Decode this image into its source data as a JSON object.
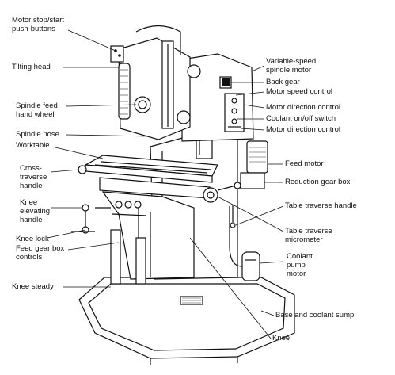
{
  "labels": {
    "motor_stop_start": "Motor stop/start\npush-buttons",
    "tilting_head": "Tilting head",
    "spindle_feed_hand_wheel": "Spindle feed\nhand wheel",
    "spindle_nose": "Spindle nose",
    "worktable": "Worktable",
    "cross_traverse_handle": "Cross-\ntraverse\nhandle",
    "knee_elevating_handle": "Knee\nelevating\nhandle",
    "knee_lock": "Knee lock",
    "feed_gear_box_controls": "Feed gear box\ncontrols",
    "knee_steady": "Knee steady",
    "variable_speed_spindle_motor": "Variable-speed\nspindle motor",
    "back_gear": "Back gear",
    "motor_speed_control": "Motor speed control",
    "motor_direction_control_1": "Motor direction control",
    "coolant_on_off_switch": "Coolant on/off switch",
    "motor_direction_control_2": "Motor direction control",
    "feed_motor": "Feed motor",
    "reduction_gear_box": "Reduction gear box",
    "table_traverse_handle": "Table traverse handle",
    "table_traverse_micrometer": "Table traverse\nmicrometer",
    "coolant_pump_motor": "Coolant\npump\nmotor",
    "base_and_coolant_sump": "Base and coolant sump",
    "knee": "Knee"
  }
}
